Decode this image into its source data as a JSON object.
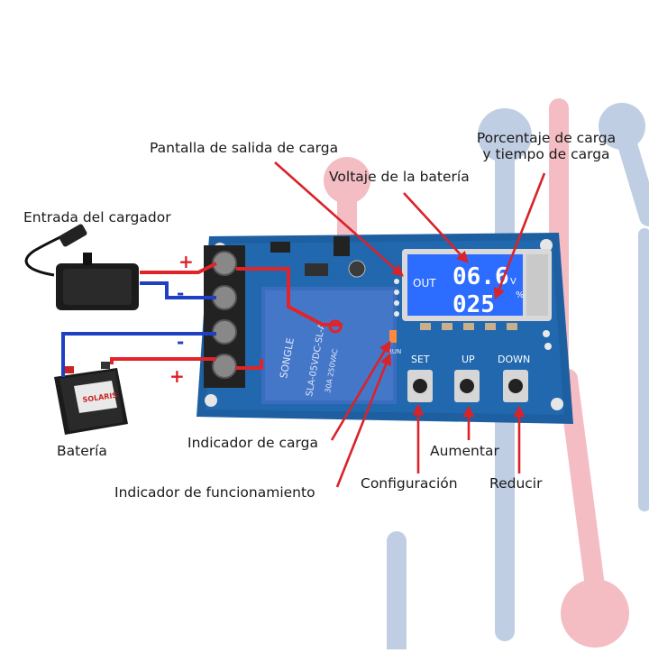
{
  "colors": {
    "background": "#ffffff",
    "arrow": "#d8232a",
    "wire_positive": "#e0242a",
    "wire_negative": "#1f3fc4",
    "pcb": "#1d5fa0",
    "lcd": "#2c6cff",
    "watermark_red": "#f2b6bd",
    "watermark_blue": "#b9c9e0"
  },
  "labels": {
    "output_display": "Pantalla de salida de carga",
    "charge_percent": "Porcentaje de carga\ny tiempo de carga",
    "battery_voltage": "Voltaje de la batería",
    "charger_input": "Entrada del cargador",
    "battery": "Batería",
    "charge_indicator": "Indicador de carga",
    "run_indicator": "Indicador de funcionamiento",
    "setup": "Configuración",
    "increase": "Aumentar",
    "decrease": "Reducir"
  },
  "board": {
    "lcd_out": "OUT",
    "lcd_voltage": "06.6",
    "lcd_voltage_unit": "V",
    "lcd_percent": "025",
    "lcd_percent_unit": "%",
    "btn_set": "SET",
    "btn_up": "UP",
    "btn_down": "DOWN",
    "run_mark": "RUN",
    "relay_brand": "SONGLE",
    "relay_model": "SLA-05VDC-SL-A",
    "relay_rating": "30A 250VAC",
    "battery_brand": "SOLARIS"
  },
  "polarity": {
    "plus": "+",
    "minus": "-"
  },
  "icons": {
    "charger": "charger-adapter-icon",
    "battery": "car-battery-icon"
  }
}
